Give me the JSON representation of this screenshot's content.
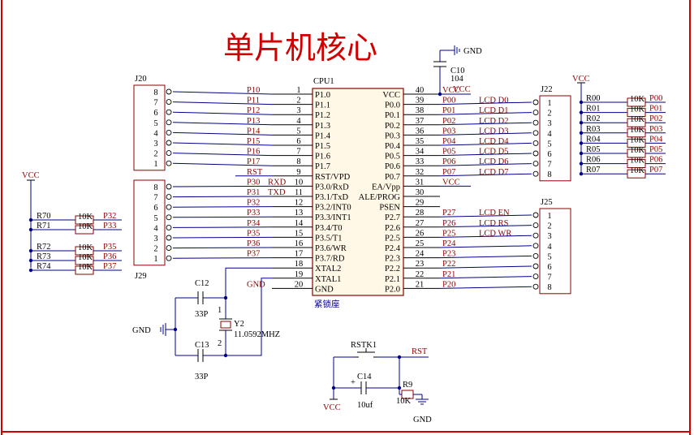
{
  "title": "单片机核心",
  "colors": {
    "border": "#d00000",
    "wire": "#00008b",
    "part": "#8b0000",
    "text": "#000000",
    "title": "#d00000",
    "body": "#fff8e6"
  },
  "cpu": {
    "ref": "CPU1",
    "label": "紧锁座",
    "left_pins": [
      {
        "num": "1",
        "name": "P1.0"
      },
      {
        "num": "2",
        "name": "P1.1"
      },
      {
        "num": "3",
        "name": "P1.2"
      },
      {
        "num": "4",
        "name": "P1.3"
      },
      {
        "num": "5",
        "name": "P1.4"
      },
      {
        "num": "6",
        "name": "P1.5"
      },
      {
        "num": "7",
        "name": "P1.6"
      },
      {
        "num": "8",
        "name": "P1.7"
      },
      {
        "num": "9",
        "name": "RST/VPD"
      },
      {
        "num": "10",
        "name": "P3.0/RxD"
      },
      {
        "num": "11",
        "name": "P3.1/TxD"
      },
      {
        "num": "12",
        "name": "P3.2/INT0"
      },
      {
        "num": "13",
        "name": "P3.3/INT1"
      },
      {
        "num": "14",
        "name": "P3.4/T0"
      },
      {
        "num": "15",
        "name": "P3.5/T1"
      },
      {
        "num": "16",
        "name": "P3.6/WR"
      },
      {
        "num": "17",
        "name": "P3.7/RD"
      },
      {
        "num": "18",
        "name": "XTAL2"
      },
      {
        "num": "19",
        "name": "XTAL1"
      },
      {
        "num": "20",
        "name": "GND"
      }
    ],
    "right_pins": [
      {
        "num": "40",
        "name": "VCC"
      },
      {
        "num": "39",
        "name": "P0.0"
      },
      {
        "num": "38",
        "name": "P0.1"
      },
      {
        "num": "37",
        "name": "P0.2"
      },
      {
        "num": "36",
        "name": "P0.3"
      },
      {
        "num": "35",
        "name": "P0.4"
      },
      {
        "num": "34",
        "name": "P0.5"
      },
      {
        "num": "33",
        "name": "P0.6"
      },
      {
        "num": "32",
        "name": "P0.7"
      },
      {
        "num": "31",
        "name": "EA/Vpp"
      },
      {
        "num": "30",
        "name": "ALE/PROG"
      },
      {
        "num": "29",
        "name": "PSEN"
      },
      {
        "num": "28",
        "name": "P2.7"
      },
      {
        "num": "27",
        "name": "P2.6"
      },
      {
        "num": "26",
        "name": "P2.5"
      },
      {
        "num": "25",
        "name": "P2.4"
      },
      {
        "num": "24",
        "name": "P2.3"
      },
      {
        "num": "23",
        "name": "P2.2"
      },
      {
        "num": "22",
        "name": "P2.1"
      },
      {
        "num": "21",
        "name": "P2.0"
      }
    ],
    "left_nets": [
      "P10",
      "P11",
      "P12",
      "P13",
      "P14",
      "P15",
      "P16",
      "P17",
      "RST",
      "P30",
      "P31",
      "P32",
      "P33",
      "P34",
      "P35",
      "P36",
      "P37",
      "",
      "",
      "GND"
    ],
    "left_net_extra": [
      "",
      "",
      "",
      "",
      "",
      "",
      "",
      "",
      "",
      "RXD",
      "TXD",
      "",
      "",
      "",
      "",
      "",
      "",
      "",
      "",
      ""
    ],
    "right_nets": [
      "VCC",
      "P00",
      "P01",
      "P02",
      "P03",
      "P04",
      "P05",
      "P06",
      "P07",
      "VCC",
      "",
      "",
      "P27",
      "P26",
      "P25",
      "P24",
      "P23",
      "P22",
      "P21",
      "P20"
    ],
    "right_net_extra": [
      "",
      "LCD D0",
      "LCD D1",
      "LCD D2",
      "LCD D3",
      "LCD D4",
      "LCD D5",
      "LCD D6",
      "LCD D7",
      "",
      "",
      "",
      "LCD EN",
      "LCD RS",
      "LCD WR",
      "",
      "",
      "",
      "",
      ""
    ]
  },
  "j20": {
    "ref": "J20",
    "pins": [
      "8",
      "7",
      "6",
      "5",
      "4",
      "3",
      "2",
      "1"
    ]
  },
  "j29": {
    "ref": "J29",
    "pins": [
      "8",
      "7",
      "6",
      "5",
      "4",
      "3",
      "2",
      "1"
    ]
  },
  "j22": {
    "ref": "J22",
    "pins": [
      "1",
      "2",
      "3",
      "4",
      "5",
      "6",
      "7",
      "8"
    ]
  },
  "j25": {
    "ref": "J25",
    "pins": [
      "1",
      "2",
      "3",
      "4",
      "5",
      "6",
      "7",
      "8"
    ]
  },
  "pullups_p0": {
    "vcc": "VCC",
    "refs": [
      "R00",
      "R01",
      "R02",
      "R03",
      "R04",
      "R05",
      "R06",
      "R07"
    ],
    "value": "10K",
    "nets": [
      "P00",
      "P01",
      "P02",
      "P03",
      "P04",
      "P05",
      "P06",
      "P07"
    ]
  },
  "pullups_p3": {
    "vcc": "VCC",
    "refs": [
      "R70",
      "R71",
      "R72",
      "R73",
      "R74"
    ],
    "value": "10K",
    "nets": [
      "P32",
      "P33",
      "P35",
      "P36",
      "P37"
    ]
  },
  "c10": {
    "ref": "C10",
    "value": "104",
    "gnd": "GND",
    "vcc": "VCC"
  },
  "crystal": {
    "ref": "Y2",
    "value": "11.0592MHZ",
    "pin1": "1",
    "pin2": "2",
    "c12_ref": "C12",
    "c12_val": "33P",
    "c13_ref": "C13",
    "c13_val": "33P",
    "gnd": "GND"
  },
  "reset": {
    "sw": "RSTK1",
    "net": "RST",
    "c_ref": "C14",
    "c_val": "10uf",
    "plus": "+",
    "r_ref": "R9",
    "r_val": "10K",
    "vcc": "VCC",
    "gnd": "GND"
  }
}
